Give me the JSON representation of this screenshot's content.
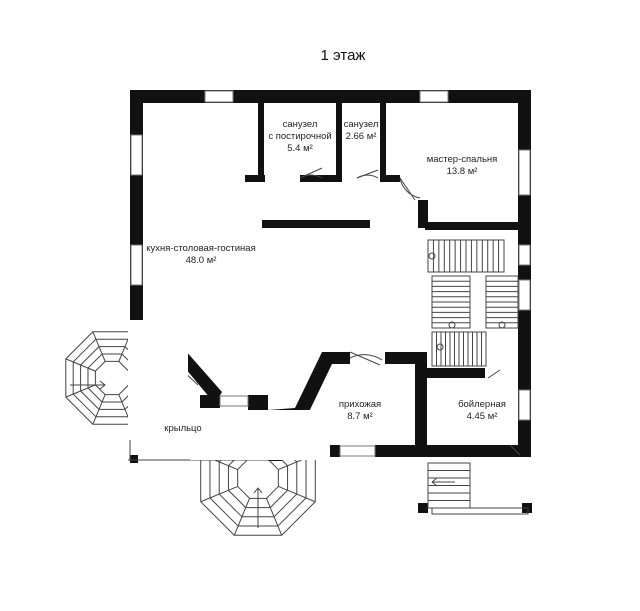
{
  "title": "1 этаж",
  "rooms": {
    "bath1": {
      "line1": "санузел",
      "line2": "с постирочной",
      "area": "5.4 м²"
    },
    "bath2": {
      "line1": "санузел",
      "area": "2.66 м²"
    },
    "master": {
      "name": "мастер-спальня",
      "area": "13.8 м²"
    },
    "kitchen": {
      "name": "кухня-столовая-гостиная",
      "area": "48.0 м²"
    },
    "hall": {
      "name": "прихожая",
      "area": "8.7 м²"
    },
    "boiler": {
      "name": "бойлерная",
      "area": "4.45 м²"
    },
    "porch": {
      "name": "крыльцо"
    }
  },
  "colors": {
    "wall": "#111111",
    "line": "#333333",
    "background": "#ffffff"
  }
}
